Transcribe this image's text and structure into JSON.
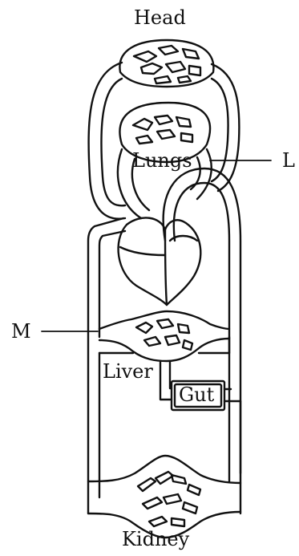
{
  "labels": {
    "head": "Head",
    "lungs": "Lungs",
    "pointer_l": "L",
    "pointer_m": "M",
    "liver": "Liver",
    "gut": "Gut",
    "kidney": "Kidney"
  },
  "colors": {
    "stroke": "#111111",
    "background": "#ffffff"
  }
}
